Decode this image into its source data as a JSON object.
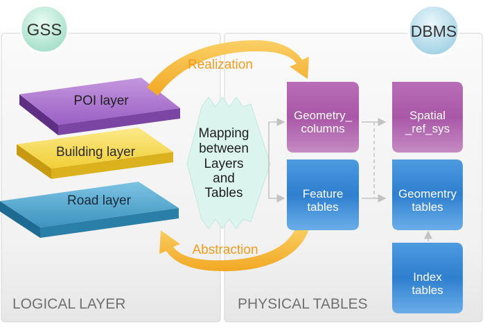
{
  "panels": {
    "left": {
      "badge": "GSS",
      "caption": "LOGICAL LAYER"
    },
    "right": {
      "badge": "DBMS",
      "caption": "PHYSICAL TABLES"
    }
  },
  "layers": [
    {
      "label": "POI layer",
      "color": "#8e57b8"
    },
    {
      "label": "Building layer",
      "color": "#f0d23e"
    },
    {
      "label": "Road layer",
      "color": "#3c93bf"
    }
  ],
  "mapping": {
    "lines": [
      "Mapping",
      "between",
      "Layers",
      "and",
      "Tables"
    ],
    "color": "#d8f3ec"
  },
  "arrows": {
    "top_label": "Realization",
    "bottom_label": "Abstraction",
    "color": "#f6ba3a"
  },
  "tables": {
    "geometry_columns": {
      "lines": [
        "Geometry_",
        "columns"
      ],
      "color": "#b46ab2"
    },
    "spatial_ref_sys": {
      "lines": [
        "Spatial",
        "_ref_sys"
      ],
      "color": "#b46ab2"
    },
    "feature_tables": {
      "lines": [
        "Feature",
        "tables"
      ],
      "color": "#3f8ed8"
    },
    "geometry_tables": {
      "lines": [
        "Geomentry",
        "tables"
      ],
      "color": "#3f8ed8"
    },
    "index_tables": {
      "lines": [
        "Index",
        "tables"
      ],
      "color": "#3f8ed8"
    }
  }
}
